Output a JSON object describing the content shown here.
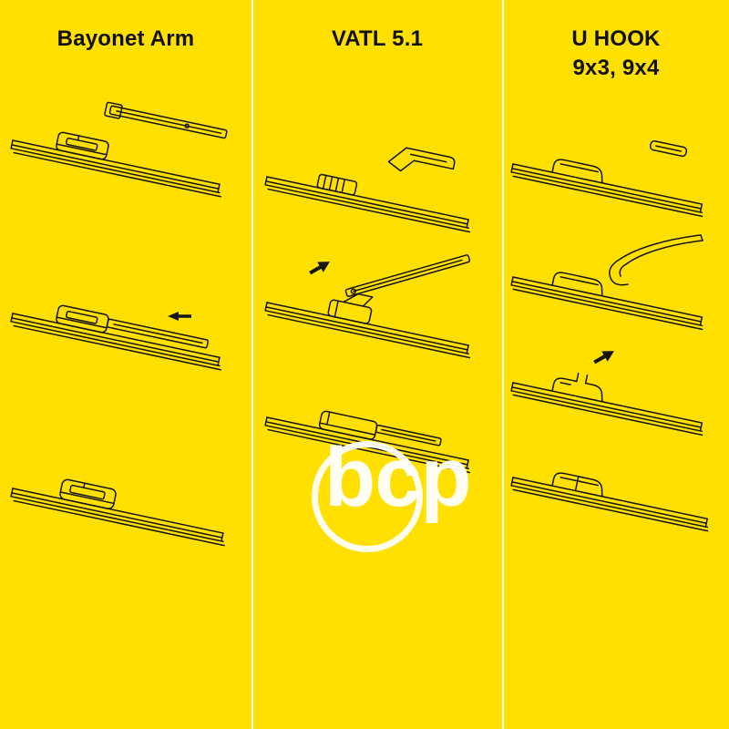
{
  "page": {
    "background_color": "#FFE000",
    "divider_color": "#FFFFFF",
    "line_art_color": "#151515"
  },
  "columns": [
    {
      "title": "Bayonet Arm",
      "subtitle": "",
      "step_count": 3,
      "steps": [
        {
          "description": "wiper blade with connector and detached bayonet arm above"
        },
        {
          "description": "bayonet arm sliding into connector, arrow pointing left"
        },
        {
          "description": "bayonet arm fully seated on wiper blade connector"
        }
      ]
    },
    {
      "title": "VATL 5.1",
      "subtitle": "",
      "step_count": 3,
      "steps": [
        {
          "description": "wiper blade with adapter and detached VATL arm above right"
        },
        {
          "description": "arm angled into adapter jaw, arrow pointing up-right"
        },
        {
          "description": "arm locked flat onto wiper blade connector"
        }
      ]
    },
    {
      "title": "U HOOK",
      "subtitle": "9x3, 9x4",
      "step_count": 4,
      "steps": [
        {
          "description": "wiper blade with connector and detached cap piece above right"
        },
        {
          "description": "u-hook arm curling into connector from above"
        },
        {
          "description": "connector with open latch, arrow pointing up-right"
        },
        {
          "description": "u-hook arm fully attached on wiper blade connector"
        }
      ]
    }
  ],
  "watermark": {
    "text": "bcp"
  }
}
